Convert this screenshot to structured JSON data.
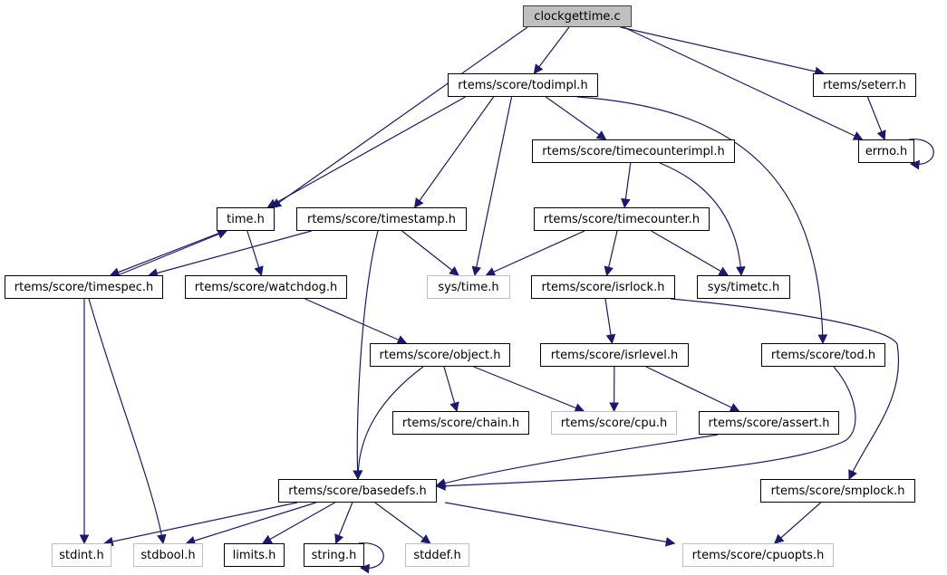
{
  "colors": {
    "edge": "#191970",
    "border": "#000000",
    "external_border": "#bfbfbf",
    "root_fill": "#bfbfbf"
  },
  "nodes": [
    {
      "id": "clockgettime",
      "label": "clockgettime.c",
      "kind": "root"
    },
    {
      "id": "todimpl",
      "label": "rtems/score/todimpl.h",
      "kind": "normal"
    },
    {
      "id": "seterr",
      "label": "rtems/seterr.h",
      "kind": "normal"
    },
    {
      "id": "errno",
      "label": "errno.h",
      "kind": "normal"
    },
    {
      "id": "timecounterimpl",
      "label": "rtems/score/timecounterimpl.h",
      "kind": "normal"
    },
    {
      "id": "time",
      "label": "time.h",
      "kind": "normal"
    },
    {
      "id": "timestamp",
      "label": "rtems/score/timestamp.h",
      "kind": "normal"
    },
    {
      "id": "timecounter",
      "label": "rtems/score/timecounter.h",
      "kind": "normal"
    },
    {
      "id": "timespec",
      "label": "rtems/score/timespec.h",
      "kind": "normal"
    },
    {
      "id": "watchdog",
      "label": "rtems/score/watchdog.h",
      "kind": "normal"
    },
    {
      "id": "systime",
      "label": "sys/time.h",
      "kind": "external"
    },
    {
      "id": "isrlock",
      "label": "rtems/score/isrlock.h",
      "kind": "normal"
    },
    {
      "id": "systimetc",
      "label": "sys/timetc.h",
      "kind": "normal"
    },
    {
      "id": "object",
      "label": "rtems/score/object.h",
      "kind": "normal"
    },
    {
      "id": "isrlevel",
      "label": "rtems/score/isrlevel.h",
      "kind": "normal"
    },
    {
      "id": "tod",
      "label": "rtems/score/tod.h",
      "kind": "normal"
    },
    {
      "id": "chain",
      "label": "rtems/score/chain.h",
      "kind": "normal"
    },
    {
      "id": "cpu",
      "label": "rtems/score/cpu.h",
      "kind": "external"
    },
    {
      "id": "assert",
      "label": "rtems/score/assert.h",
      "kind": "normal"
    },
    {
      "id": "basedefs",
      "label": "rtems/score/basedefs.h",
      "kind": "normal"
    },
    {
      "id": "smplock",
      "label": "rtems/score/smplock.h",
      "kind": "normal"
    },
    {
      "id": "stdint",
      "label": "stdint.h",
      "kind": "external"
    },
    {
      "id": "stdbool",
      "label": "stdbool.h",
      "kind": "external"
    },
    {
      "id": "limits",
      "label": "limits.h",
      "kind": "normal"
    },
    {
      "id": "string",
      "label": "string.h",
      "kind": "normal"
    },
    {
      "id": "stddef",
      "label": "stddef.h",
      "kind": "external"
    },
    {
      "id": "cpuopts",
      "label": "rtems/score/cpuopts.h",
      "kind": "external"
    }
  ],
  "edges": [
    {
      "from": "clockgettime",
      "to": "todimpl"
    },
    {
      "from": "clockgettime",
      "to": "time"
    },
    {
      "from": "clockgettime",
      "to": "seterr"
    },
    {
      "from": "clockgettime",
      "to": "errno"
    },
    {
      "from": "todimpl",
      "to": "time"
    },
    {
      "from": "todimpl",
      "to": "timestamp"
    },
    {
      "from": "todimpl",
      "to": "systime"
    },
    {
      "from": "todimpl",
      "to": "timecounterimpl"
    },
    {
      "from": "todimpl",
      "to": "tod"
    },
    {
      "from": "seterr",
      "to": "errno"
    },
    {
      "from": "errno",
      "to": "errno"
    },
    {
      "from": "timecounterimpl",
      "to": "timecounter"
    },
    {
      "from": "timecounterimpl",
      "to": "systimetc"
    },
    {
      "from": "time",
      "to": "timespec"
    },
    {
      "from": "time",
      "to": "watchdog"
    },
    {
      "from": "timespec",
      "to": "time"
    },
    {
      "from": "timespec",
      "to": "stdint"
    },
    {
      "from": "timespec",
      "to": "stdbool"
    },
    {
      "from": "timestamp",
      "to": "timespec"
    },
    {
      "from": "timestamp",
      "to": "systime"
    },
    {
      "from": "timestamp",
      "to": "basedefs"
    },
    {
      "from": "timecounter",
      "to": "systime"
    },
    {
      "from": "timecounter",
      "to": "isrlock"
    },
    {
      "from": "timecounter",
      "to": "systimetc"
    },
    {
      "from": "watchdog",
      "to": "object"
    },
    {
      "from": "isrlock",
      "to": "isrlevel"
    },
    {
      "from": "isrlock",
      "to": "smplock"
    },
    {
      "from": "object",
      "to": "basedefs"
    },
    {
      "from": "object",
      "to": "chain"
    },
    {
      "from": "object",
      "to": "cpu"
    },
    {
      "from": "isrlevel",
      "to": "cpu"
    },
    {
      "from": "isrlevel",
      "to": "assert"
    },
    {
      "from": "tod",
      "to": "basedefs"
    },
    {
      "from": "assert",
      "to": "basedefs"
    },
    {
      "from": "smplock",
      "to": "cpuopts"
    },
    {
      "from": "basedefs",
      "to": "stdint"
    },
    {
      "from": "basedefs",
      "to": "stdbool"
    },
    {
      "from": "basedefs",
      "to": "limits"
    },
    {
      "from": "basedefs",
      "to": "string"
    },
    {
      "from": "basedefs",
      "to": "stddef"
    },
    {
      "from": "basedefs",
      "to": "cpuopts"
    },
    {
      "from": "string",
      "to": "string"
    }
  ]
}
